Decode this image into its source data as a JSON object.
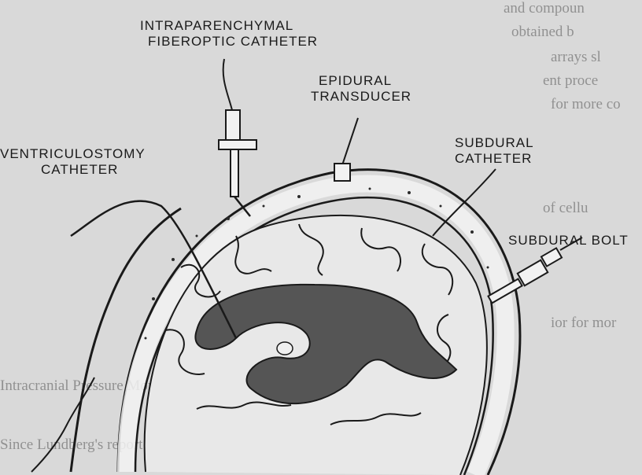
{
  "diagram": {
    "labels": {
      "intraparenchymal": [
        "INTRAPARENCHYMAL",
        "FIBEROPTIC CATHETER"
      ],
      "epidural": [
        "EPIDURAL",
        "TRANSDUCER"
      ],
      "ventriculostomy": [
        "VENTRICULOSTOMY",
        "CATHETER"
      ],
      "subdural_catheter": [
        "SUBDURAL",
        "CATHETER"
      ],
      "subdural_bolt": [
        "SUBDURAL BOLT"
      ]
    },
    "colors": {
      "background": "#d9d9d9",
      "ink": "#1a1a1a",
      "ventricle": "#555555",
      "skull": "#f2f2f2"
    }
  }
}
